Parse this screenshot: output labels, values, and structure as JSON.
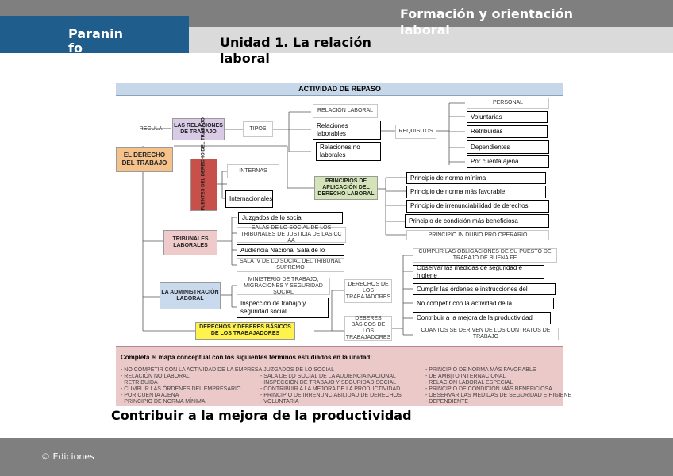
{
  "header": {
    "brand": "Paraninfo",
    "course_title": "Formación y orientación laboral",
    "unit_title": "Unidad 1. La relación laboral"
  },
  "footer": {
    "copyright": "© Ediciones"
  },
  "activity": {
    "title": "ACTIVIDAD DE REPASO",
    "nodes": {
      "regula": "REGULA",
      "root": "EL DERECHO DEL TRABAJO",
      "relaciones_trabajo": "LAS RELACIONES DE TRABAJO",
      "tipos": "TIPOS",
      "relacion_laboral": "RELACIÓN LABORAL",
      "relaciones_laborales": "Relaciones laborables",
      "relaciones_no_laborales": "Relaciones no laborales",
      "requisitos": "REQUISITOS",
      "personal": "PERSONAL",
      "voluntarias": "Voluntarias",
      "retribuidas": "Retribuidas",
      "dependientes": "Dependientes",
      "por_cuenta_ajena": "Por cuenta ajena",
      "fuentes": "FUENTES DEL DERECHO DEL TRABAJO",
      "internas": "INTERNAS",
      "internacionales": "Internacionales",
      "principios": "PRINCIPIOS DE APLICACIÓN DEL DERECHO LABORAL",
      "p_norma_minima": "Principio de norma mínima",
      "p_norma_favorable": "Principio de norma más favorable",
      "p_irrenunciabilidad": "Principio de irrenunciabilidad de derechos",
      "p_condicion": "Principio de condición más beneficiosa",
      "p_in_dubio": "PRINCIPIO IN DUBIO PRO OPERARIO",
      "tribunales": "TRIBUNALES LABORALES",
      "juzgados": "Juzgados de lo social",
      "salas_tsj": "SALAS DE LO SOCIAL DE LOS TRIBUNALES DE JUSTICIA DE LAS CC AA",
      "audiencia": "Audiencia Nacional Sala de lo",
      "sala_ts": "SALA IV DE LO SOCIAL DEL TRIBUNAL SUPREMO",
      "administracion": "LA ADMINISTRACIÓN LABORAL",
      "ministerio": "MINISTERIO DE TRABAJO, MIGRACIONES Y SEGURIDAD SOCIAL",
      "inspeccion": "Inspección de trabajo y seguridad social",
      "derechos_deberes": "DERECHOS Y DEBERES BÁSICOS DE LOS TRABAJADORES",
      "derechos_trab": "DERECHOS DE LOS TRABAJADORES",
      "deberes_trab": "DEBERES BÁSICOS DE LOS TRABAJADORES",
      "cumplir_obligaciones": "CUMPLIR LAS OBLIGACIONES DE SU PUESTO DE TRABAJO DE BUENA FE",
      "observar_medidas": "Observar las medidas de seguridad e higiene",
      "cumplir_ordenes": "Cumplir las órdenes e instrucciones del",
      "no_competir": "No competir con la actividad de la",
      "contribuir": "Contribuir a la mejora de la productividad",
      "cuantos_deriven": "CUANTOS SE DERIVEN DE LOS CONTRATOS DE TRABAJO"
    },
    "terms_title": "Completa el mapa conceptual con los siguientes términos estudiados en la unidad:",
    "terms_col1": [
      "- NO COMPETIR CON LA ACTIVIDAD DE LA EMPRESA",
      "- RELACIÓN NO LABORAL",
      "- RETRIBUIDA",
      "- CUMPLIR LAS ÓRDENES DEL EMPRESARIO",
      "- POR CUENTA AJENA",
      "- PRINCIPIO DE NORMA MÍNIMA"
    ],
    "terms_col2": [
      "- JUZGADOS DE LO SOCIAL",
      "- SALA DE LO SOCIAL DE LA AUDIENCIA NACIONAL",
      "- INSPECCIÓN DE TRABAJO Y SEGURIDAD SOCIAL",
      "- CONTRIBUIR A LA MEJORA DE LA PRODUCTIVIDAD",
      "- PRINCIPIO DE IRRENUNCIABILIDAD DE DERECHOS",
      "- VOLUNTARIA"
    ],
    "terms_col3": [
      "- PRINCIPIO DE NORMA MÁS FAVORABLE",
      "- DE ÁMBITO INTERNACIONAL",
      "- RELACIÓN LABORAL ESPECIAL",
      "- PRINCIPIO DE CONDICIÓN MÁS BENEFICIOSA",
      "- OBSERVAR LAS MEDIDAS DE SEGURIDAD E HIGIENE",
      "- DEPENDIENTE"
    ]
  },
  "answer": "Contribuir a la mejora de la productividad",
  "colors": {
    "brand": "#1f5d8c",
    "topbar": "#7f7f7f",
    "root_box": "#f5c28c",
    "relaciones_box": "#d9cbe6",
    "fuentes_box": "#c8504a",
    "principios_box": "#d5e3b8",
    "tribunales_box": "#eecaca",
    "administracion_box": "#c9d9ee",
    "derechos_box": "#fff24a",
    "terms_panel": "#ecc9c9"
  }
}
